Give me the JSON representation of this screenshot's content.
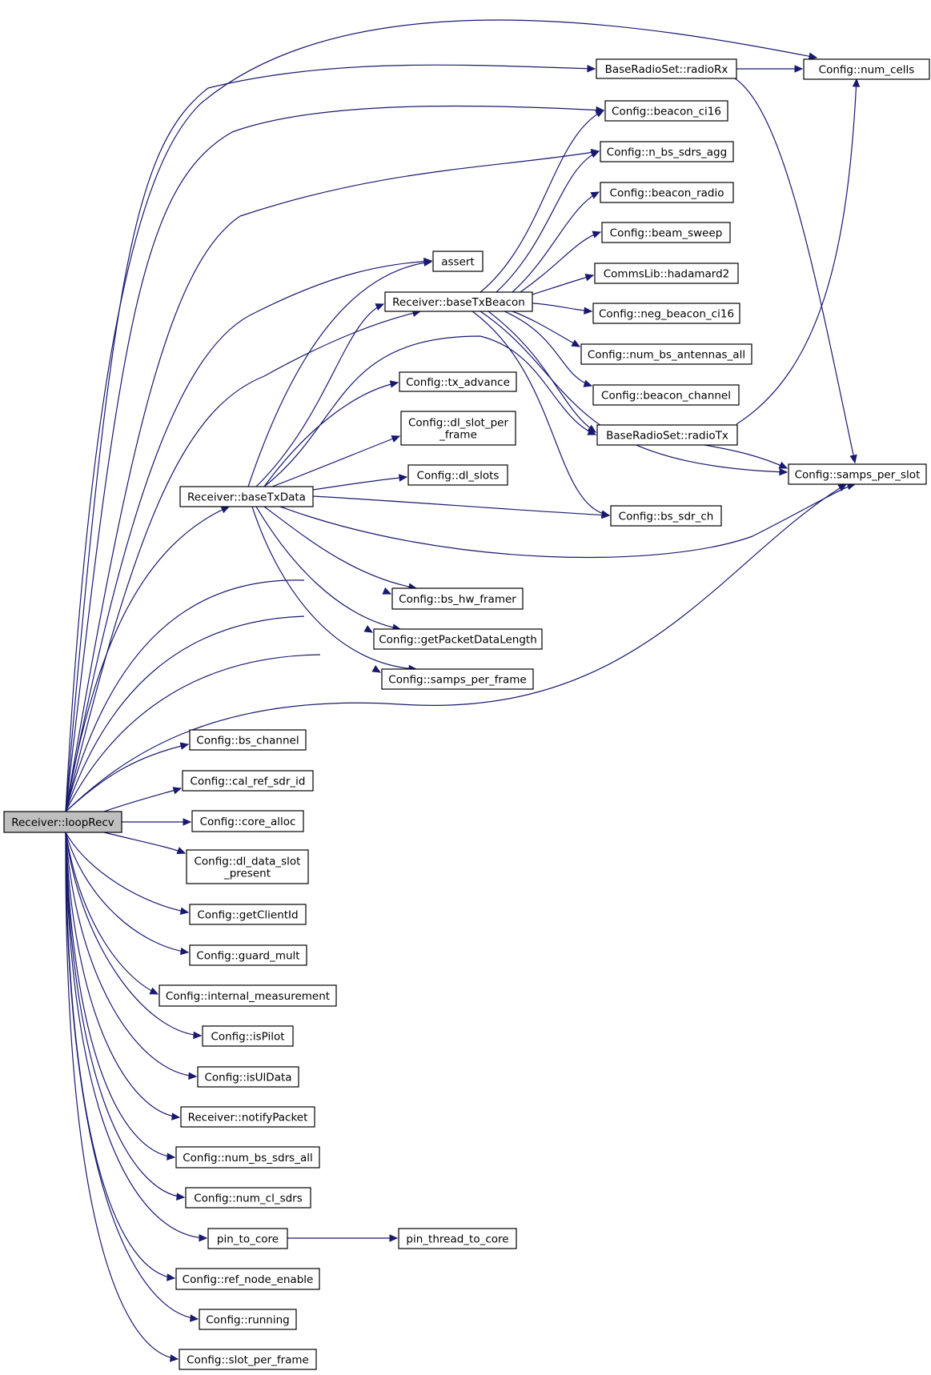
{
  "graph": {
    "edge_color": "#191970",
    "root_fill": "#bfbfbf",
    "nodes": [
      {
        "id": "loopRecv",
        "label": [
          "Receiver::loopRecv"
        ],
        "root": true
      },
      {
        "id": "radioRx",
        "label": [
          "BaseRadioSet::radioRx"
        ]
      },
      {
        "id": "num_cells",
        "label": [
          "Config::num_cells"
        ]
      },
      {
        "id": "beacon_ci16",
        "label": [
          "Config::beacon_ci16"
        ]
      },
      {
        "id": "n_bs_sdrs_agg",
        "label": [
          "Config::n_bs_sdrs_agg"
        ]
      },
      {
        "id": "beacon_radio",
        "label": [
          "Config::beacon_radio"
        ]
      },
      {
        "id": "beam_sweep",
        "label": [
          "Config::beam_sweep"
        ]
      },
      {
        "id": "assert",
        "label": [
          "assert"
        ]
      },
      {
        "id": "hadamard2",
        "label": [
          "CommsLib::hadamard2"
        ]
      },
      {
        "id": "baseTxBeacon",
        "label": [
          "Receiver::baseTxBeacon"
        ]
      },
      {
        "id": "neg_beacon_ci16",
        "label": [
          "Config::neg_beacon_ci16"
        ]
      },
      {
        "id": "num_bs_antennas_all",
        "label": [
          "Config::num_bs_antennas_all"
        ]
      },
      {
        "id": "tx_advance",
        "label": [
          "Config::tx_advance"
        ]
      },
      {
        "id": "beacon_channel",
        "label": [
          "Config::beacon_channel"
        ]
      },
      {
        "id": "dl_slot_per_frame",
        "label": [
          "Config::dl_slot_per",
          "_frame"
        ]
      },
      {
        "id": "radioTx",
        "label": [
          "BaseRadioSet::radioTx"
        ]
      },
      {
        "id": "samps_per_slot",
        "label": [
          "Config::samps_per_slot"
        ]
      },
      {
        "id": "dl_slots",
        "label": [
          "Config::dl_slots"
        ]
      },
      {
        "id": "baseTxData",
        "label": [
          "Receiver::baseTxData"
        ]
      },
      {
        "id": "bs_sdr_ch",
        "label": [
          "Config::bs_sdr_ch"
        ]
      },
      {
        "id": "bs_hw_framer",
        "label": [
          "Config::bs_hw_framer"
        ]
      },
      {
        "id": "getPacketDataLength",
        "label": [
          "Config::getPacketDataLength"
        ]
      },
      {
        "id": "samps_per_frame",
        "label": [
          "Config::samps_per_frame"
        ]
      },
      {
        "id": "bs_channel",
        "label": [
          "Config::bs_channel"
        ]
      },
      {
        "id": "cal_ref_sdr_id",
        "label": [
          "Config::cal_ref_sdr_id"
        ]
      },
      {
        "id": "core_alloc",
        "label": [
          "Config::core_alloc"
        ]
      },
      {
        "id": "dl_data_slot_present",
        "label": [
          "Config::dl_data_slot",
          "_present"
        ]
      },
      {
        "id": "getClientId",
        "label": [
          "Config::getClientId"
        ]
      },
      {
        "id": "guard_mult",
        "label": [
          "Config::guard_mult"
        ]
      },
      {
        "id": "internal_measurement",
        "label": [
          "Config::internal_measurement"
        ]
      },
      {
        "id": "isPilot",
        "label": [
          "Config::isPilot"
        ]
      },
      {
        "id": "isUlData",
        "label": [
          "Config::isUlData"
        ]
      },
      {
        "id": "notifyPacket",
        "label": [
          "Receiver::notifyPacket"
        ]
      },
      {
        "id": "num_bs_sdrs_all",
        "label": [
          "Config::num_bs_sdrs_all"
        ]
      },
      {
        "id": "num_cl_sdrs",
        "label": [
          "Config::num_cl_sdrs"
        ]
      },
      {
        "id": "pin_to_core",
        "label": [
          "pin_to_core"
        ]
      },
      {
        "id": "pin_thread_to_core",
        "label": [
          "pin_thread_to_core"
        ]
      },
      {
        "id": "ref_node_enable",
        "label": [
          "Config::ref_node_enable"
        ]
      },
      {
        "id": "running",
        "label": [
          "Config::running"
        ]
      },
      {
        "id": "slot_per_frame",
        "label": [
          "Config::slot_per_frame"
        ]
      }
    ],
    "edges": [
      [
        "loopRecv",
        "num_cells"
      ],
      [
        "loopRecv",
        "radioRx"
      ],
      [
        "loopRecv",
        "beacon_ci16"
      ],
      [
        "loopRecv",
        "n_bs_sdrs_agg"
      ],
      [
        "loopRecv",
        "assert"
      ],
      [
        "loopRecv",
        "baseTxBeacon"
      ],
      [
        "loopRecv",
        "baseTxData"
      ],
      [
        "loopRecv",
        "bs_hw_framer"
      ],
      [
        "loopRecv",
        "getPacketDataLength"
      ],
      [
        "loopRecv",
        "samps_per_frame"
      ],
      [
        "loopRecv",
        "samps_per_slot"
      ],
      [
        "loopRecv",
        "bs_channel"
      ],
      [
        "loopRecv",
        "cal_ref_sdr_id"
      ],
      [
        "loopRecv",
        "core_alloc"
      ],
      [
        "loopRecv",
        "dl_data_slot_present"
      ],
      [
        "loopRecv",
        "getClientId"
      ],
      [
        "loopRecv",
        "guard_mult"
      ],
      [
        "loopRecv",
        "internal_measurement"
      ],
      [
        "loopRecv",
        "isPilot"
      ],
      [
        "loopRecv",
        "isUlData"
      ],
      [
        "loopRecv",
        "notifyPacket"
      ],
      [
        "loopRecv",
        "num_bs_sdrs_all"
      ],
      [
        "loopRecv",
        "num_cl_sdrs"
      ],
      [
        "loopRecv",
        "pin_to_core"
      ],
      [
        "loopRecv",
        "ref_node_enable"
      ],
      [
        "loopRecv",
        "running"
      ],
      [
        "loopRecv",
        "slot_per_frame"
      ],
      [
        "radioRx",
        "num_cells"
      ],
      [
        "radioRx",
        "samps_per_slot"
      ],
      [
        "baseTxBeacon",
        "beacon_ci16"
      ],
      [
        "baseTxBeacon",
        "n_bs_sdrs_agg"
      ],
      [
        "baseTxBeacon",
        "beacon_radio"
      ],
      [
        "baseTxBeacon",
        "beam_sweep"
      ],
      [
        "baseTxBeacon",
        "hadamard2"
      ],
      [
        "baseTxBeacon",
        "neg_beacon_ci16"
      ],
      [
        "baseTxBeacon",
        "num_bs_antennas_all"
      ],
      [
        "baseTxBeacon",
        "beacon_channel"
      ],
      [
        "baseTxBeacon",
        "radioTx"
      ],
      [
        "baseTxBeacon",
        "samps_per_slot"
      ],
      [
        "baseTxBeacon",
        "bs_sdr_ch"
      ],
      [
        "radioTx",
        "num_cells"
      ],
      [
        "radioTx",
        "samps_per_slot"
      ],
      [
        "baseTxData",
        "assert"
      ],
      [
        "baseTxData",
        "baseTxBeacon"
      ],
      [
        "baseTxData",
        "tx_advance"
      ],
      [
        "baseTxData",
        "dl_slot_per_frame"
      ],
      [
        "baseTxData",
        "dl_slots"
      ],
      [
        "baseTxData",
        "radioTx"
      ],
      [
        "baseTxData",
        "bs_sdr_ch"
      ],
      [
        "baseTxData",
        "samps_per_slot"
      ],
      [
        "baseTxData",
        "bs_hw_framer"
      ],
      [
        "baseTxData",
        "getPacketDataLength"
      ],
      [
        "baseTxData",
        "samps_per_frame"
      ],
      [
        "pin_to_core",
        "pin_thread_to_core"
      ]
    ]
  }
}
